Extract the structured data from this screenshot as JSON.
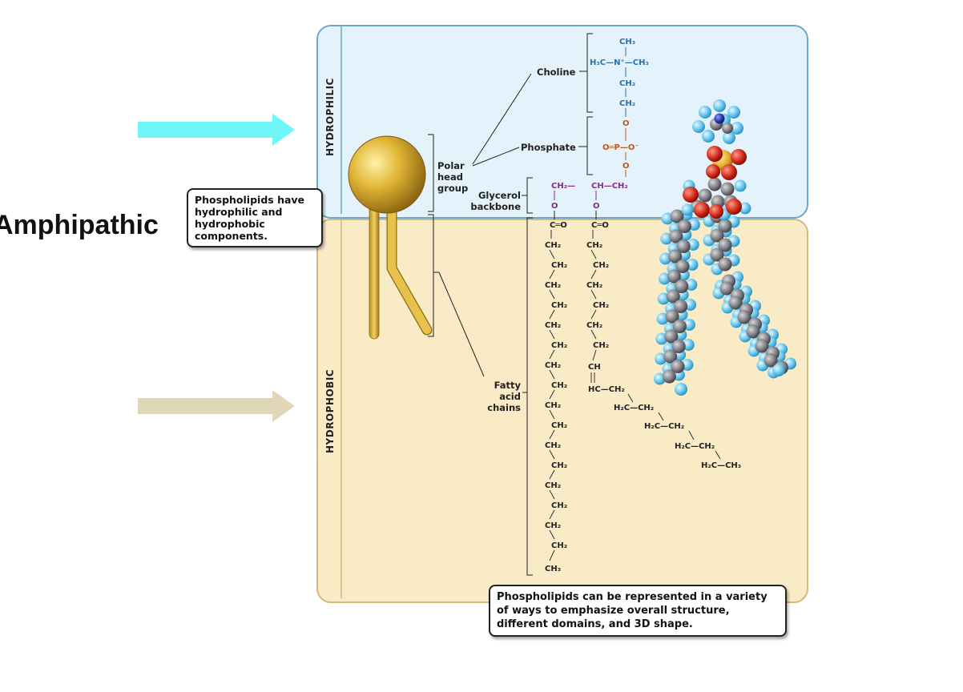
{
  "title": "Amphipathic",
  "sides": {
    "hydrophilic": "HYDROPHILIC",
    "hydrophobic": "HYDROPHOBIC"
  },
  "callout_components": "Phospholipids have hydrophilic and hydrophobic components.",
  "callout_representation": "Phospholipids can be represented in a variety of ways to emphasize overall structure, different domains, and 3D shape.",
  "labels": {
    "choline": "Choline",
    "phosphate": "Phosphate",
    "polar_head_group": "Polar head group",
    "glycerol_backbone": "Glycerol backbone",
    "fatty_acid_chains": "Fatty acid chains"
  },
  "colors": {
    "hydrophilic_arrow": "#6ff6f6",
    "hydrophobic_arrow": "#e0d6b8",
    "hydrophilic_panel": "#e4f3fb",
    "hydrophobic_panel": "#f8ebc6",
    "choline_text": "#2a6fa8",
    "phosphate_text": "#c0561e",
    "glycerol_text": "#8a2a8a"
  }
}
